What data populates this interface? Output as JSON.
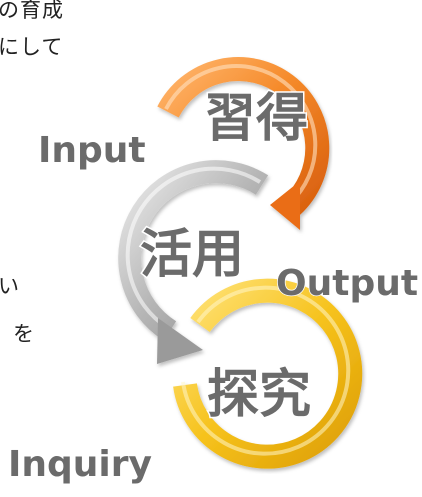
{
  "text_fragments": {
    "line1": "の育成",
    "line2": "にして",
    "line3": "い",
    "line4": "を"
  },
  "cycle": {
    "stages": [
      {
        "jp": "習得",
        "en": "Input",
        "color": "#f07f1e"
      },
      {
        "jp": "活用",
        "en": "Output",
        "color": "#a8a8a8"
      },
      {
        "jp": "探究",
        "en": "Inquiry",
        "color": "#f2bd12"
      }
    ],
    "label_color": "#6b6b6b"
  }
}
